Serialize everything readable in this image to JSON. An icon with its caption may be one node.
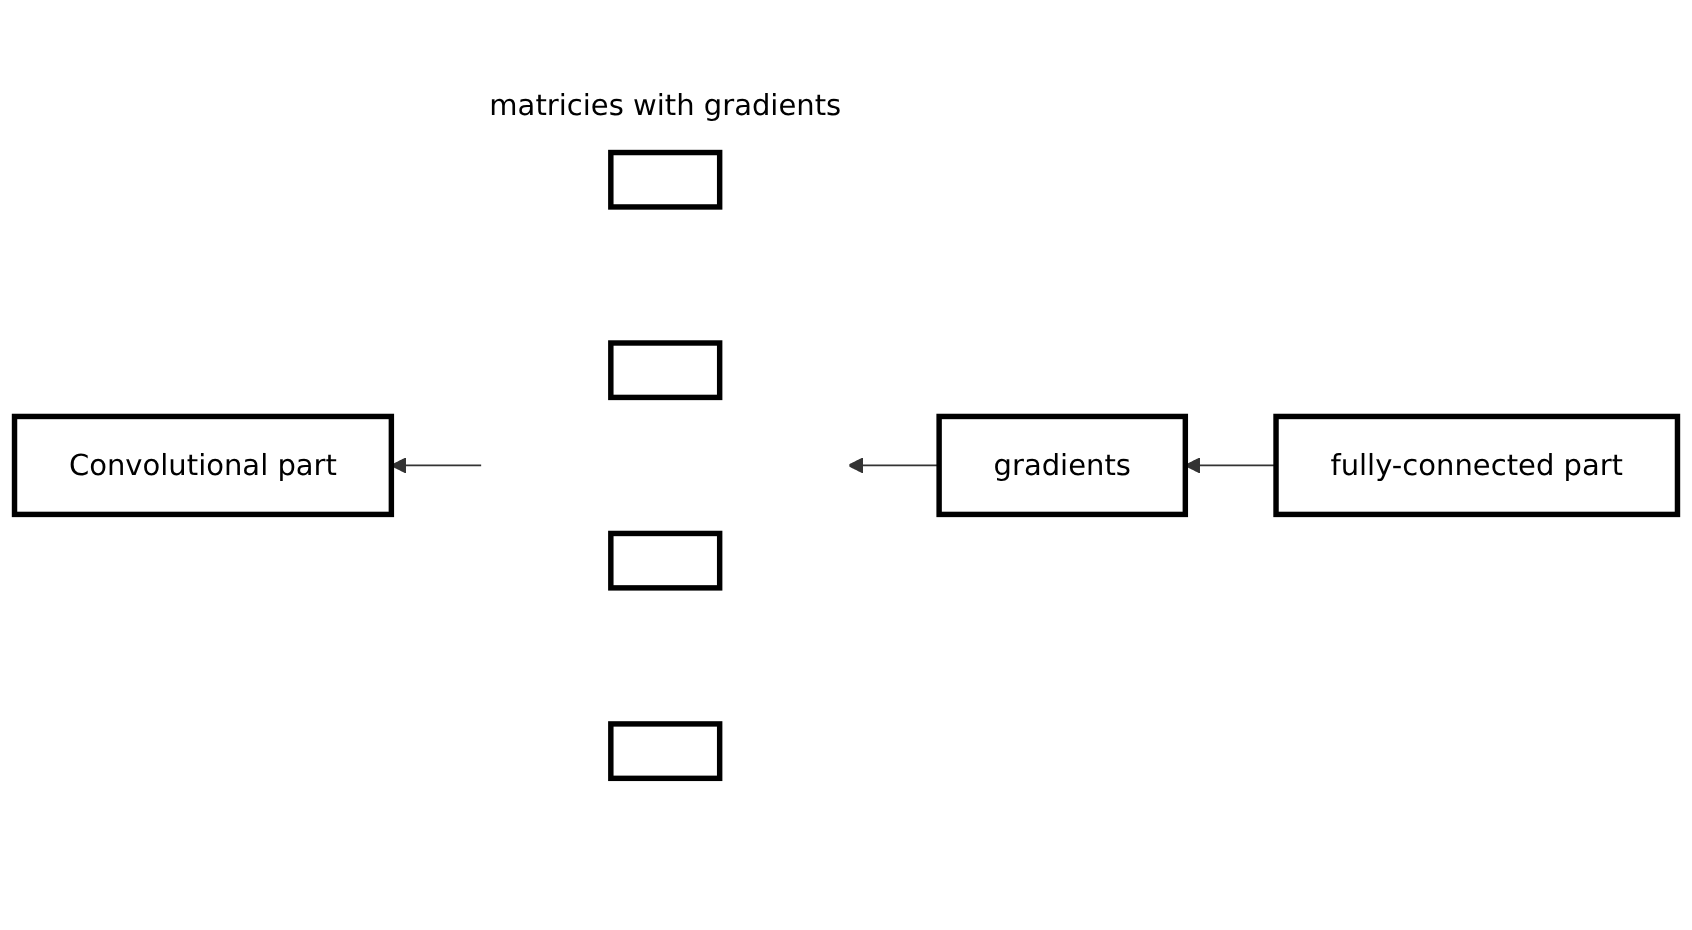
{
  "diagram": {
    "nodes": [
      {
        "text": [
          "Convolutional part"
        ]
      },
      {
        "text": [
          "matricies with gradients"
        ]
      },
      {
        "text": [],
        "shape": "box",
        "in": 1
      },
      {
        "text": [],
        "shape": "box",
        "in": 1
      },
      {
        "text": [],
        "shape": "box",
        "in": 1
      },
      {
        "text": [],
        "shape": "box",
        "in": 1
      },
      {
        "text": [
          "gradients"
        ]
      },
      {
        "text": [
          "fully-connected part"
        ]
      }
    ],
    "edges": [
      {
        "from": 7,
        "to": 6,
        "arrow": "to"
      },
      {
        "from": 6,
        "to": 1,
        "arrow": "to"
      },
      {
        "from": 1,
        "to": 0,
        "arrow": "to"
      }
    ]
  }
}
